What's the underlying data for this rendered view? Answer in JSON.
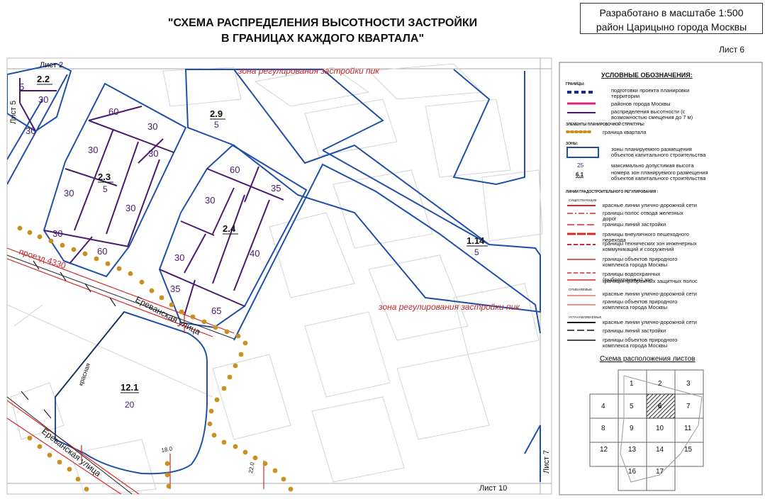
{
  "header": {
    "title_line1": "\"СХЕМА РАСПРЕДЕЛЕНИЯ ВЫСОТНОСТИ ЗАСТРОЙКИ",
    "title_line2": "В ГРАНИЦАХ КАЖДОГО КВАРТАЛА\"",
    "scale_line1": "Разработано в масштабе 1:500",
    "scale_line2": "район Царицыно города Москвы",
    "sheet": "Лист 6"
  },
  "map": {
    "sheet_refs": {
      "top": "Лист 2",
      "left": "Лист 5",
      "right": "Лист 7",
      "bottom": "Лист 10"
    },
    "zones": [
      {
        "id": "2.2",
        "height": ""
      },
      {
        "id": "2.9",
        "height": "5"
      },
      {
        "id": "2.3",
        "height": "5"
      },
      {
        "id": "2.4",
        "height": ""
      },
      {
        "id": "1.14",
        "height": "5"
      },
      {
        "id": "12.1",
        "height": "20"
      }
    ],
    "heights": {
      "h22a": "5",
      "h22b": "30",
      "h22c": "30",
      "h23a": "60",
      "h23b": "30",
      "h23c": "30",
      "h23d": "30",
      "h23e": "30",
      "h23f": "30",
      "h23g": "30",
      "h23h": "60",
      "h24a": "60",
      "h24b": "35",
      "h24c": "30",
      "h24d": "30",
      "h24e": "40",
      "h24f": "35",
      "h24g": "65"
    },
    "regulation_zone_top": "зона регулирования застройки пик",
    "regulation_zone_mid": "зона регулирования застройки пик",
    "street_proezd": "проезд 4330",
    "street_erevan1": "Ереванская улица",
    "street_erevan2": "Ереванская улица",
    "red_line_label": "красная",
    "dim1": "18.0",
    "dim2": "22.0"
  },
  "legend": {
    "title": "УСЛОВНЫЕ ОБОЗНАЧЕНИЯ:",
    "sec_borders": "ГРАНИЦЫ:",
    "b1": "подготовки проекта планировки территории",
    "b2": "районов города Москвы",
    "b3": "распределения высотности (с возможностью смещения до 7 м)",
    "sec_elements": "ЭЛЕМЕНТЫ ПЛАНИРОВОЧНОЙ СТРУКТУРЫ:",
    "e1": "граница квартала",
    "sec_zones": "ЗОНЫ:",
    "z1": "зоны планируемого размещения объектов капитального строительства",
    "z2_sym": "25",
    "z2": "максимально допустимая высота",
    "z3_sym": "6.1",
    "z3": "номера зон планируемого размещения объектов капитального строительства",
    "sec_lines": "ЛИНИИ ГРАДОСТРОИТЕЛЬНОГО РЕГУЛИРОВАНИЯ :",
    "sub_existing": "СУЩЕСТВУЮЩИЕ",
    "l1": "красные линии улично-дорожной сети",
    "l2": "границы полос отвода железных дорог",
    "l3": "границы линий застройки",
    "l4": "границы внеуличного пешеходного перехода",
    "l5": "границы технических зон инженерных коммуникаций и сооружений",
    "l6": "границы объектов природного комплекса города Москвы",
    "l7": "границы водоохранных (рыбоохранных) зон",
    "l8": "границы прибрежных защитных полос",
    "sub_cancelled": "ОТМЕНЯЕМЫЕ",
    "l9": "красные линии улично-дорожной сети",
    "l10": "границы объектов природного комплекса города Москвы",
    "sub_new": "УСТАНАВЛИВАЕМЫЕ",
    "l11": "красные линии улично-дорожной сети",
    "l12": "границы линий застройки",
    "l13": "границы объектов природного комплекса города Москвы"
  },
  "sheet_scheme": {
    "title": "Схема расположения листов",
    "cells": [
      "1",
      "2",
      "3",
      "4",
      "5",
      "6",
      "7",
      "8",
      "9",
      "10",
      "11",
      "12",
      "13",
      "14",
      "15",
      "16",
      "17"
    ]
  },
  "colors": {
    "zone_border": "#1f4fa8",
    "height_line": "#4a1a70",
    "red_line": "#d62828",
    "quarter_dot": "#c8901e"
  }
}
